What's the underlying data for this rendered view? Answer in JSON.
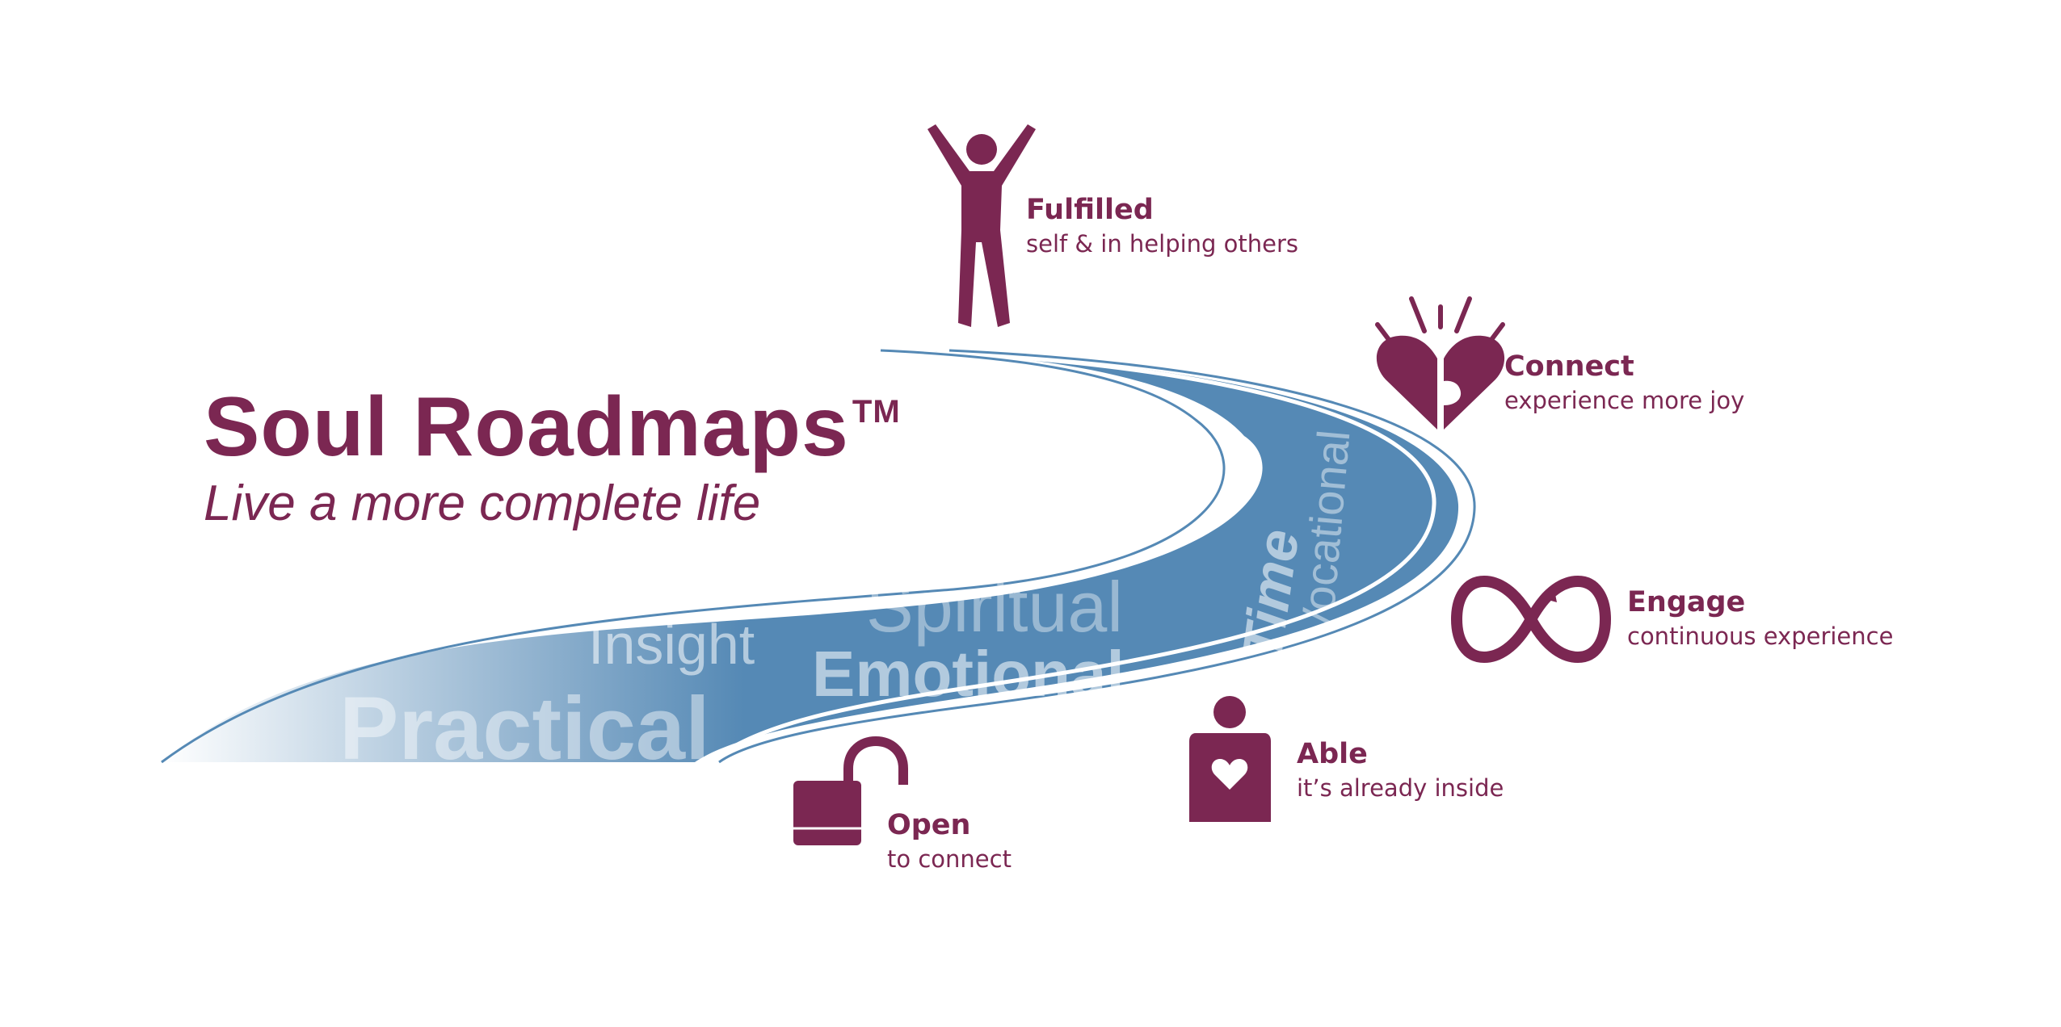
{
  "brand": {
    "title": "Soul Roadmaps",
    "trademark": "TM",
    "tagline": "Live a more complete life",
    "primary_color": "#7b2752",
    "road_color": "#5589b5"
  },
  "road_words": [
    "Practical",
    "Insight",
    "Emotional",
    "Spiritual",
    "Time",
    "Vocational"
  ],
  "stages": [
    {
      "name": "Fulfilled",
      "desc": "self & in helping others",
      "icon": "arms-raised-person-icon"
    },
    {
      "name": "Connect",
      "desc": "experience more joy",
      "icon": "puzzle-heart-icon"
    },
    {
      "name": "Engage",
      "desc": "continuous experience",
      "icon": "infinity-loop-icon"
    },
    {
      "name": "Able",
      "desc": "it’s already inside",
      "icon": "person-heart-icon"
    },
    {
      "name": "Open",
      "desc": "to connect",
      "icon": "open-padlock-icon"
    }
  ]
}
